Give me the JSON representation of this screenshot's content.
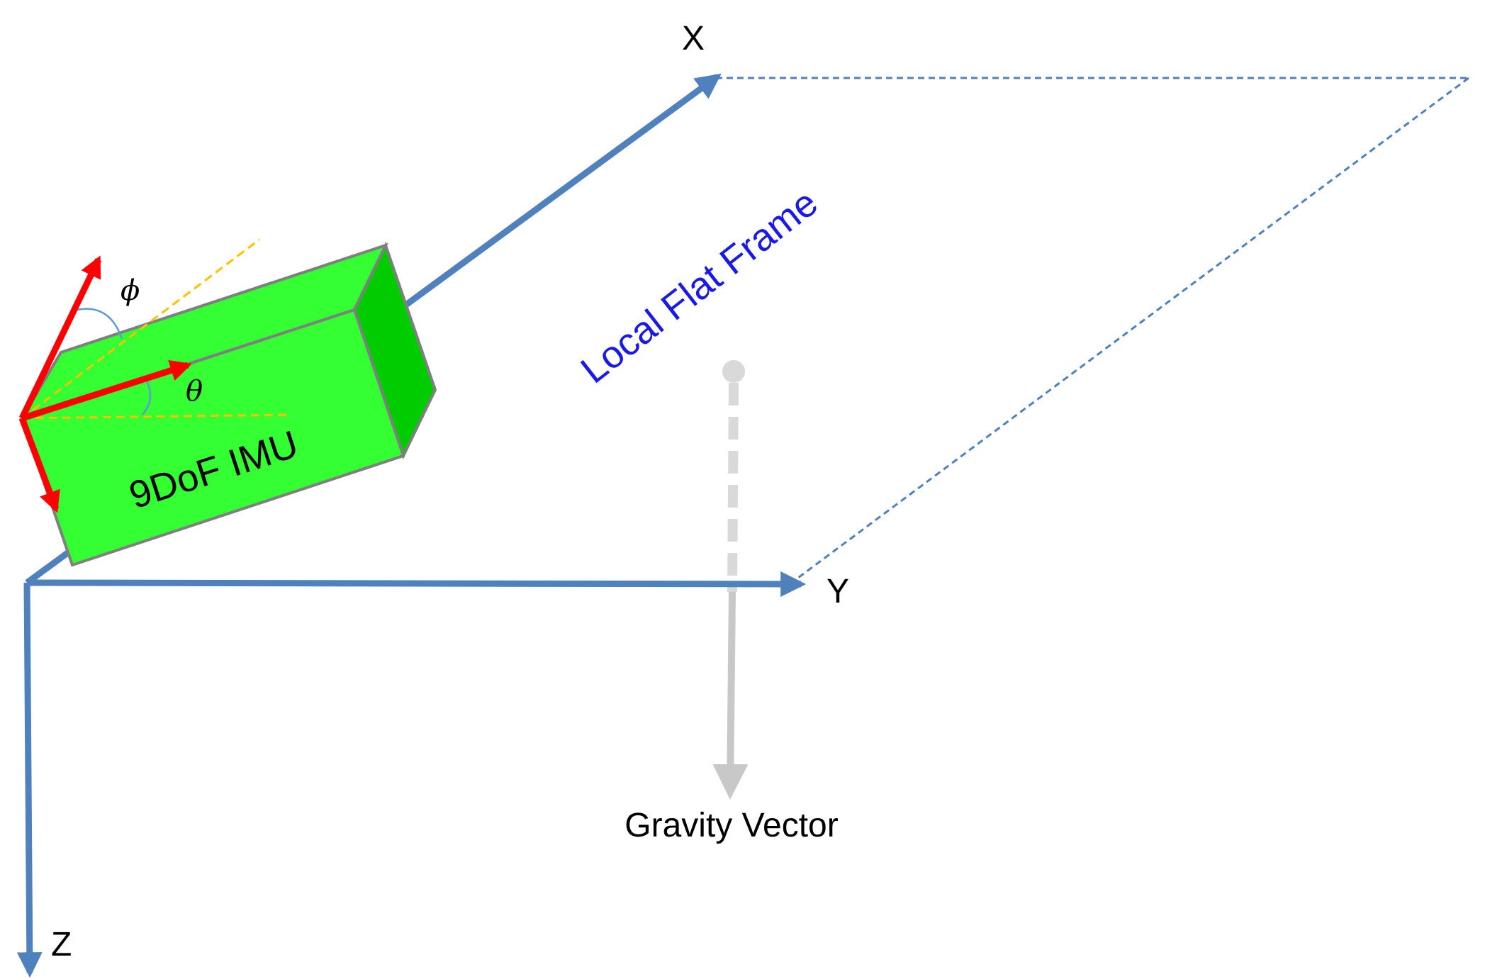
{
  "diagram": {
    "axes": {
      "x_label": "X",
      "y_label": "Y",
      "z_label": "Z"
    },
    "plane_label": "Local Flat Frame",
    "imu_label": "9DoF IMU",
    "gravity_label": "Gravity Vector",
    "angles": {
      "roll_symbol": "ϕ",
      "pitch_symbol": "θ"
    },
    "colors": {
      "axis_blue": "#4f81bd",
      "plane_dash_blue": "#4f81bd",
      "frame_label_blue": "#1a1ae6",
      "imu_front": "#33ff33",
      "imu_side": "#00cc00",
      "imu_edge": "#7f7f7f",
      "sensor_arrow_red": "#ff0000",
      "reference_dash_orange": "#ffc000",
      "gravity_gray": "#c8c8c8",
      "angle_arc_blue": "#5b9bd5"
    }
  }
}
